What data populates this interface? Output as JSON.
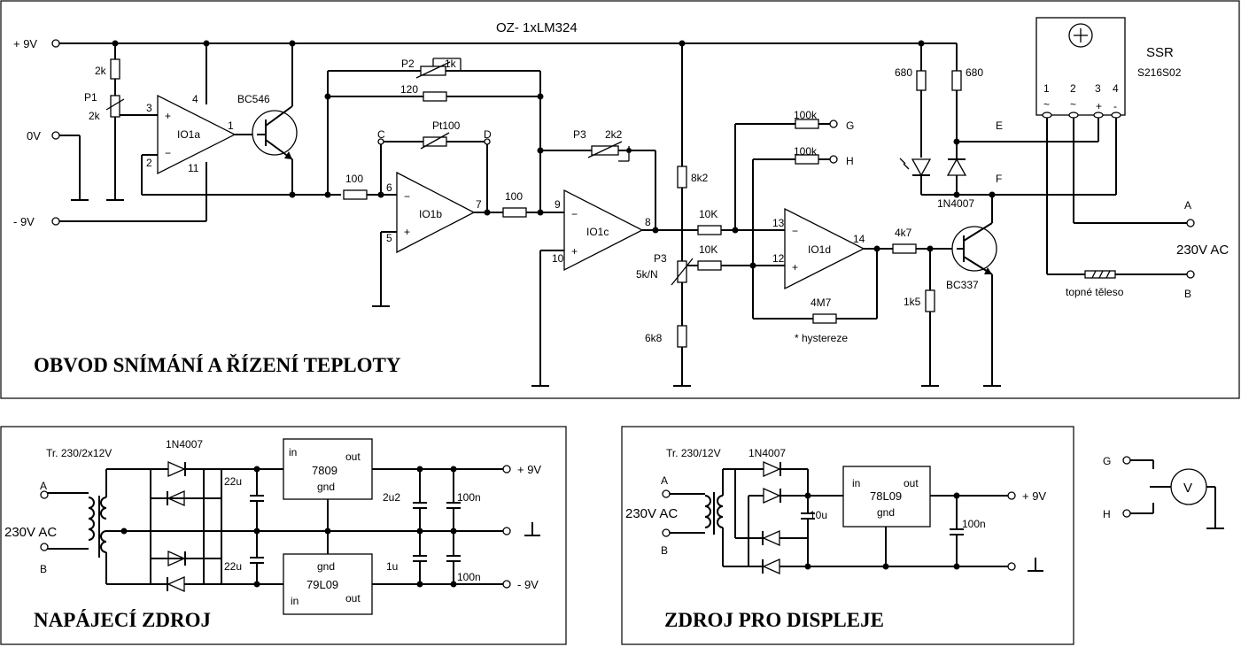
{
  "main_circuit": {
    "title": "OBVOD SNÍMÁNÍ A ŘÍZENÍ TEPLOTY",
    "ic_label": "OZ- 1xLM324",
    "rails": {
      "plus": "+ 9V",
      "zero": "0V",
      "minus": "- 9V"
    },
    "opamps": {
      "a": "IO1a",
      "b": "IO1b",
      "c": "IO1c",
      "d": "IO1d"
    },
    "pins": {
      "p1": "1",
      "p2": "2",
      "p3": "3",
      "p4": "4",
      "p5": "5",
      "p6": "6",
      "p7": "7",
      "p8": "8",
      "p9": "9",
      "p10": "10",
      "p11": "11",
      "p12": "12",
      "p13": "13",
      "p14": "14"
    },
    "transistors": {
      "t1": "BC546",
      "t2": "BC337"
    },
    "parts": {
      "r_2k": "2k",
      "p1": "P1",
      "p1_val": "2k",
      "p2": "P2",
      "p2_val": "1k",
      "r_120": "120",
      "pt100": "Pt100",
      "node_c": "C",
      "node_d": "D",
      "r_100a": "100",
      "r_100b": "100",
      "p3a": "P3",
      "p3a_val": "2k2",
      "r_8k2": "8k2",
      "r_10k_a": "10K",
      "r_10k_b": "10K",
      "p3b": "P3",
      "p3b_val": "5k/N",
      "r_6k8": "6k8",
      "r_100k_g": "100k",
      "node_g": "G",
      "r_100k_h": "100k",
      "node_h": "H",
      "r_680a": "680",
      "r_680b": "680",
      "node_e": "E",
      "node_f": "F",
      "diode": "1N4007",
      "r_4k7": "4k7",
      "r_1k5": "1k5",
      "r_4m7": "4M7",
      "hyst": "* hystereze"
    },
    "ssr": {
      "name": "SSR",
      "type": "S216S02",
      "pins": [
        "1",
        "2",
        "3",
        "4"
      ],
      "pin_marks": [
        "~",
        "~",
        "+",
        "-"
      ]
    },
    "mains": {
      "a": "A",
      "b": "B",
      "voltage": "230V AC",
      "heater": "topné těleso"
    }
  },
  "power_supply": {
    "title": "NAPÁJECÍ ZDROJ",
    "transformer": "Tr. 230/2x12V",
    "a": "A",
    "b": "B",
    "voltage": "230V AC",
    "diode": "1N4007",
    "c1": "22u",
    "c2": "22u",
    "c3": "2u2",
    "c4": "1u",
    "c5": "100n",
    "c6": "100n",
    "reg_pos": {
      "name": "7809",
      "in": "in",
      "out": "out",
      "gnd": "gnd"
    },
    "reg_neg": {
      "name": "79L09",
      "in": "in",
      "out": "out",
      "gnd": "gnd"
    },
    "out_plus": "+ 9V",
    "out_minus": "- 9V"
  },
  "display_supply": {
    "title": "ZDROJ PRO DISPLEJE",
    "transformer": "Tr. 230/12V",
    "a": "A",
    "b": "B",
    "voltage": "230V AC",
    "diode": "1N4007",
    "c1": "10u",
    "c2": "100n",
    "reg": {
      "name": "78L09",
      "in": "in",
      "out": "out",
      "gnd": "gnd"
    },
    "out_plus": "+ 9V"
  },
  "meter": {
    "g": "G",
    "h": "H",
    "symbol": "V"
  }
}
